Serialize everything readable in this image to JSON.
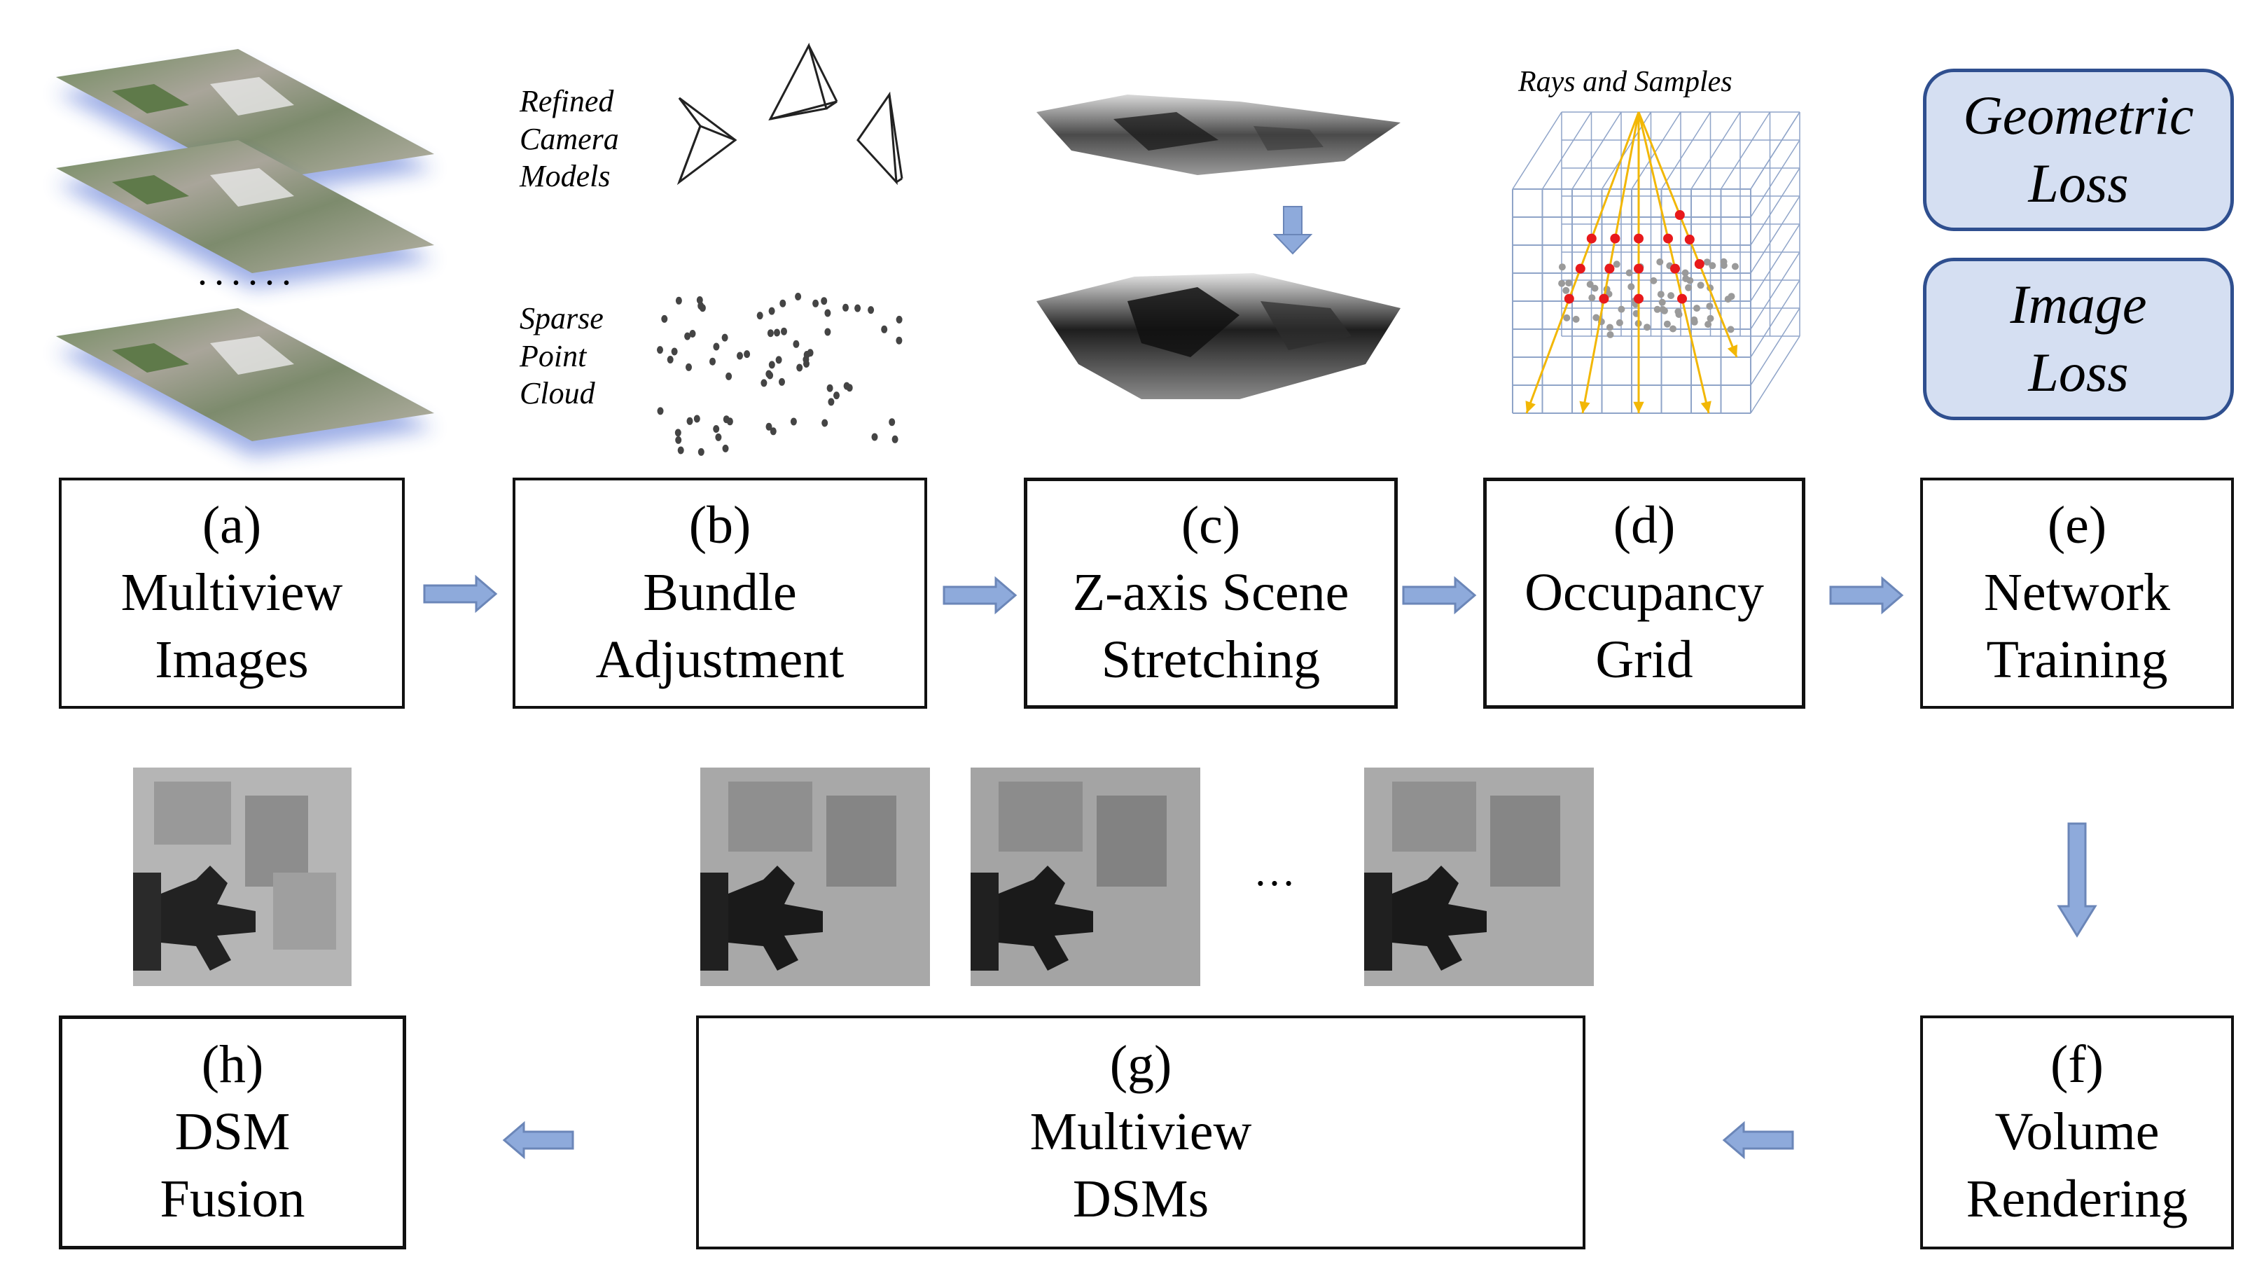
{
  "steps": {
    "a": {
      "letter": "(a)",
      "line1": "Multiview",
      "line2": "Images"
    },
    "b": {
      "letter": "(b)",
      "line1": "Bundle",
      "line2": "Adjustment"
    },
    "c": {
      "letter": "(c)",
      "line1": "Z-axis Scene",
      "line2": "Stretching"
    },
    "d": {
      "letter": "(d)",
      "line1": "Occupancy",
      "line2": "Grid"
    },
    "e": {
      "letter": "(e)",
      "line1": "Network",
      "line2": "Training"
    },
    "f": {
      "letter": "(f)",
      "line1": "Volume",
      "line2": "Rendering"
    },
    "g": {
      "letter": "(g)",
      "line1": "Multiview",
      "line2": "DSMs"
    },
    "h": {
      "letter": "(h)",
      "line1": "DSM",
      "line2": "Fusion"
    }
  },
  "losses": {
    "geometric": {
      "line1": "Geometric",
      "line2": "Loss"
    },
    "image": {
      "line1": "Image",
      "line2": "Loss"
    }
  },
  "labels": {
    "camera": {
      "line1": "Refined",
      "line2": "Camera",
      "line3": "Models"
    },
    "cloud": {
      "line1": "Sparse",
      "line2": "Point",
      "line3": "Cloud"
    },
    "rays": "Rays and Samples",
    "stack_ellipsis": "......",
    "dsm_ellipsis": "…"
  },
  "colors": {
    "arrow": "#8eaadb",
    "loss_fill": "#d5dff2",
    "loss_border": "#2f4f8f",
    "grid_lines": "#8fa4c8",
    "rays": "#f2b705",
    "samples_red": "#e8191b"
  }
}
